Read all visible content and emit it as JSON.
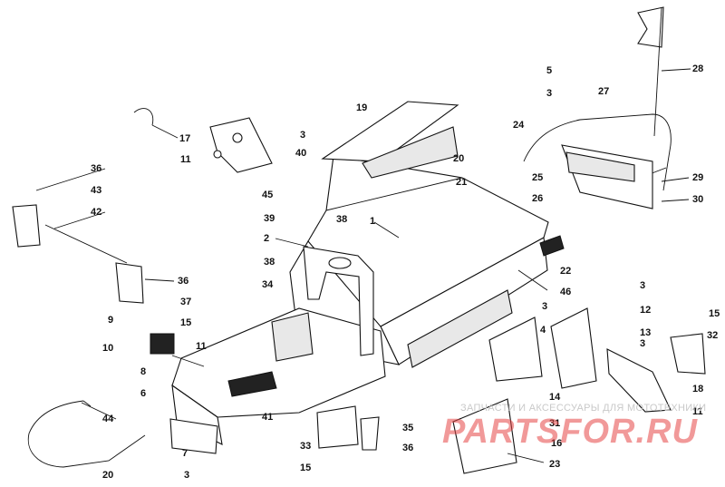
{
  "diagram": {
    "callouts": [
      "1",
      "2",
      "3",
      "3",
      "3",
      "3",
      "3",
      "3",
      "4",
      "5",
      "6",
      "7",
      "8",
      "9",
      "10",
      "11",
      "11",
      "11",
      "12",
      "13",
      "14",
      "15",
      "15",
      "15",
      "16",
      "17",
      "18",
      "19",
      "20",
      "20",
      "21",
      "22",
      "23",
      "24",
      "25",
      "26",
      "27",
      "28",
      "29",
      "30",
      "31",
      "32",
      "33",
      "34",
      "35",
      "36",
      "36",
      "36",
      "37",
      "38",
      "38",
      "39",
      "40",
      "41",
      "42",
      "43",
      "44",
      "45",
      "46"
    ]
  },
  "watermark": {
    "tagline": "ЗАПЧАСТИ И АКСЕССУАРЫ ДЛЯ МОТОТЕХНИКИ",
    "brand": "PARTSFOR.RU",
    "color": "#e64646"
  }
}
